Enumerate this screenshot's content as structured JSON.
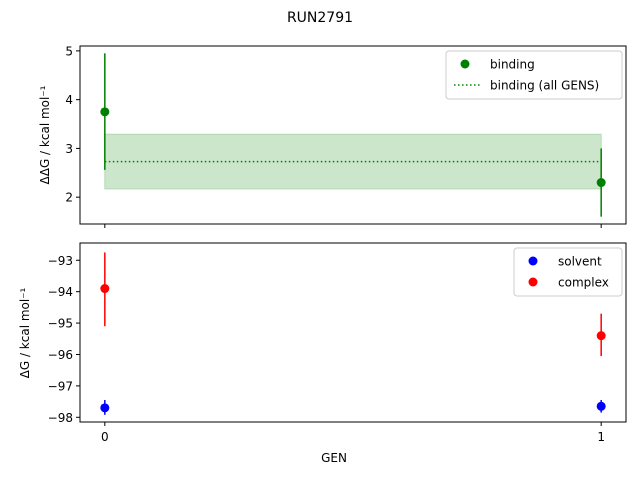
{
  "chart_data": [
    {
      "type": "scatter",
      "title": "RUN2791",
      "ylabel": "ΔΔG / kcal mol⁻¹",
      "xlabel": "",
      "xlim": [
        -0.05,
        1.05
      ],
      "ylim": [
        1.45,
        5.1
      ],
      "yticks": [
        2,
        3,
        4,
        5
      ],
      "xticks": [
        0,
        1
      ],
      "legend": "top-right",
      "series": [
        {
          "name": "binding",
          "kind": "errorbar",
          "color": "#008000",
          "x": [
            0,
            1
          ],
          "y": [
            3.75,
            2.3
          ],
          "yerr_low": [
            2.56,
            1.6
          ],
          "yerr_high": [
            4.95,
            3.0
          ]
        },
        {
          "name": "binding (all GENS)",
          "kind": "hline-band",
          "color": "#008000",
          "band_color": "#cce6cc",
          "y": 2.73,
          "band": [
            2.17,
            3.29
          ],
          "x": [
            0,
            1
          ]
        }
      ]
    },
    {
      "type": "scatter",
      "xlabel": "GEN",
      "ylabel": "ΔG / kcal mol⁻¹",
      "xlim": [
        -0.05,
        1.05
      ],
      "ylim": [
        -98.15,
        -92.45
      ],
      "yticks": [
        -98,
        -97,
        -96,
        -95,
        -94,
        -93
      ],
      "xticks": [
        0,
        1
      ],
      "legend": "top-right",
      "series": [
        {
          "name": "solvent",
          "color": "#0000ff",
          "x": [
            0,
            1
          ],
          "y": [
            -97.7,
            -97.65
          ],
          "yerr_low": [
            -97.92,
            -97.85
          ],
          "yerr_high": [
            -97.45,
            -97.45
          ]
        },
        {
          "name": "complex",
          "color": "#ff0000",
          "x": [
            0,
            1
          ],
          "y": [
            -93.9,
            -95.4
          ],
          "yerr_low": [
            -95.1,
            -96.05
          ],
          "yerr_high": [
            -92.75,
            -94.7
          ]
        }
      ]
    }
  ]
}
